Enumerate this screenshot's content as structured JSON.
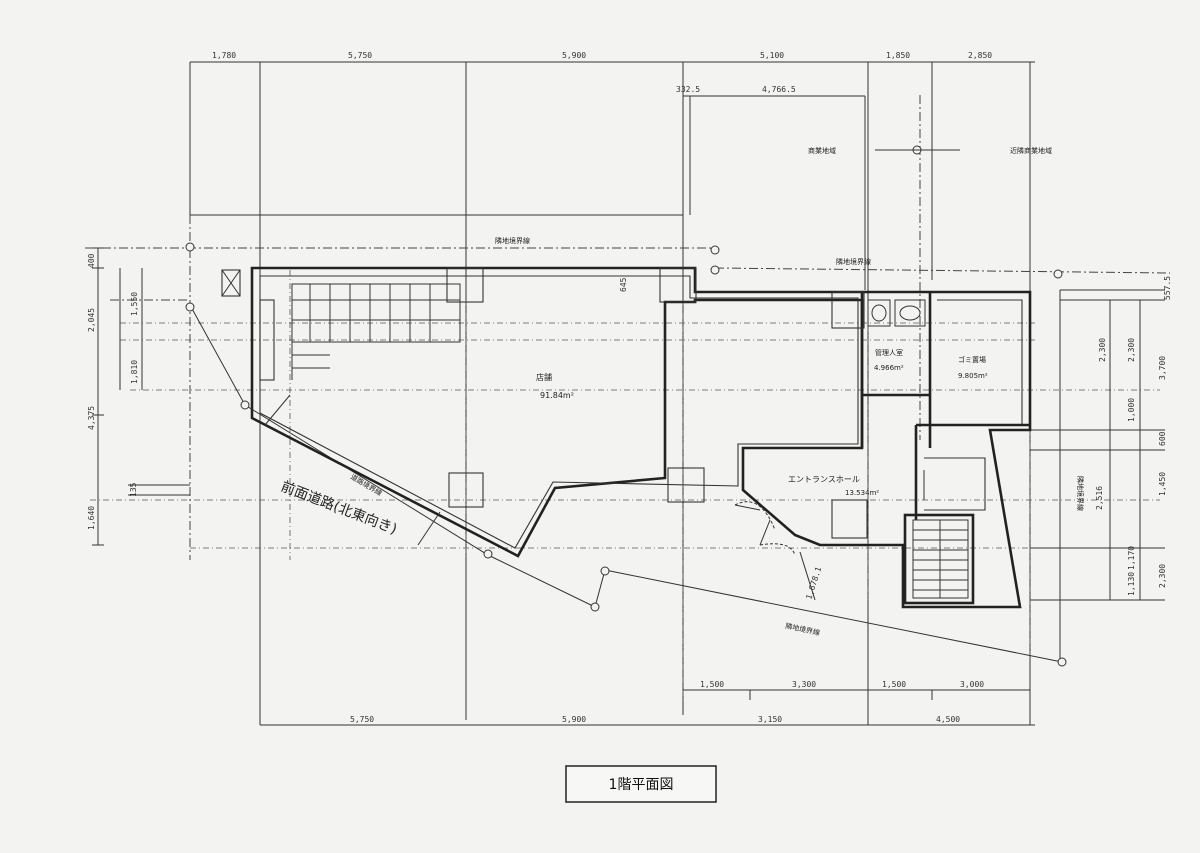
{
  "title": "1階平面図",
  "top_dims": [
    "1,780",
    "5,750",
    "5,900",
    "5,100",
    "1,850",
    "2,850"
  ],
  "top_sub_dims": [
    "332.5",
    "4,766.5"
  ],
  "bottom_dims": [
    "5,750",
    "5,900",
    "3,150",
    "4,500"
  ],
  "bottom_sub_dims": [
    "1,500",
    "3,300",
    "1,500",
    "3,000"
  ],
  "left_dims": [
    "400",
    "2,045",
    "1,550",
    "1,810",
    "4,375",
    "135",
    "1,640"
  ],
  "right_dims": [
    "557.5",
    "2,300",
    "2,300",
    "3,700",
    "1,000",
    "600",
    "1,450",
    "2,516",
    "1,170",
    "1,130",
    "2,300"
  ],
  "misc_dims": [
    "645",
    "1,678.1"
  ],
  "rooms": {
    "shop_name": "店舗",
    "shop_area": "91.84m²",
    "manager_name": "管理人室",
    "manager_area": "4.966m²",
    "garbage_name": "ゴミ置場",
    "garbage_area": "9.805m²",
    "entrance_name": "エントランスホール",
    "entrance_area": "13.534m²"
  },
  "labels": {
    "boundary_top": "隣地境界線",
    "boundary_top_right": "隣地境界線",
    "boundary_bottom": "隣地境界線",
    "boundary_right": "隣地境界線",
    "road_boundary": "道路境界線",
    "zone_left": "商業地域",
    "zone_right": "近隣商業地域",
    "handwritten": "前面道路(北東向き)"
  }
}
